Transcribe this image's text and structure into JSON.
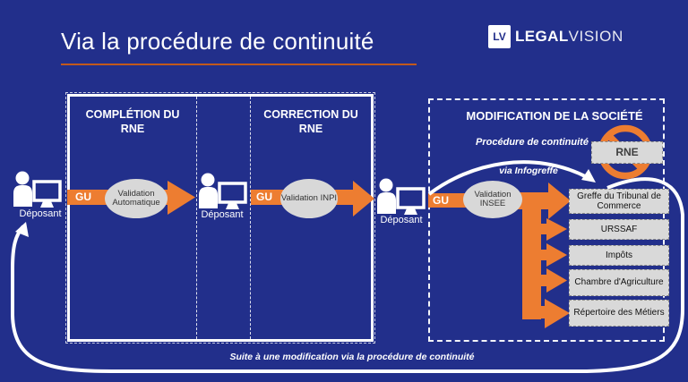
{
  "header": {
    "title": "Via la procédure de continuité",
    "logo": {
      "mark": "LV",
      "name_bold": "LEGAL",
      "name_light": "VISION"
    }
  },
  "stages": [
    {
      "title": "COMPLÉTION DU RNE",
      "gu": "GU",
      "validation": "Validation Automatique"
    },
    {
      "title": "CORRECTION DU RNE",
      "gu": "GU",
      "validation": "Validation INPI"
    },
    {
      "title": "MODIFICATION DE LA SOCIÉTÉ",
      "gu": "GU",
      "validation": "Validation INSEE"
    }
  ],
  "depositors": [
    "Déposant",
    "Déposant",
    "Déposant"
  ],
  "modification": {
    "procedure_label": "Procédure de continuité",
    "via_label": "via Infogreffe",
    "rne_label": "RNE",
    "recipients": [
      "Greffe du Tribunal de Commerce",
      "URSSAF",
      "Impôts",
      "Chambre d'Agriculture",
      "Répertoire des Métiers"
    ]
  },
  "footer_note": "Suite à une modification via la procédure de continuité",
  "icons": [
    "depositor-person-computer",
    "prohibition-sign"
  ],
  "colors": {
    "background": "#222F8B",
    "orange": "#ED7D31",
    "title_underline": "#C2591B",
    "gray_box": "#D9D9D9",
    "white": "#FFFFFF"
  }
}
